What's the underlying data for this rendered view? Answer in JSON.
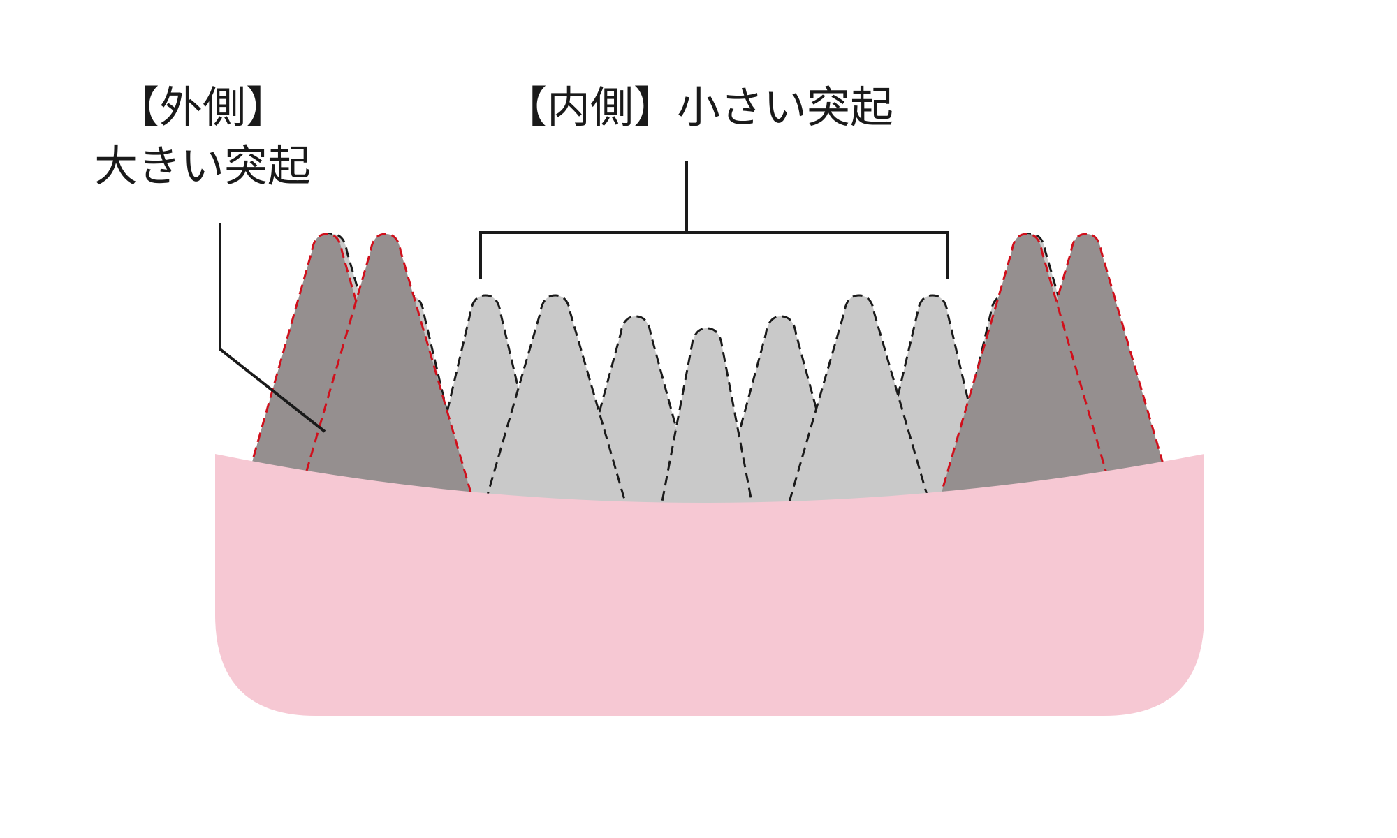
{
  "labels": {
    "outer_line1": "【外側】",
    "outer_line2": "大きい突起",
    "inner": "【内側】小さい突起"
  },
  "colors": {
    "gum": "#f6c8d3",
    "outer_bump_fill": "#958f8f",
    "outer_bump_outline": "#d0101c",
    "inner_bump_fill": "#c9c9c9",
    "inner_bump_outline": "#1a1a1a",
    "leader_line": "#1a1a1a"
  }
}
